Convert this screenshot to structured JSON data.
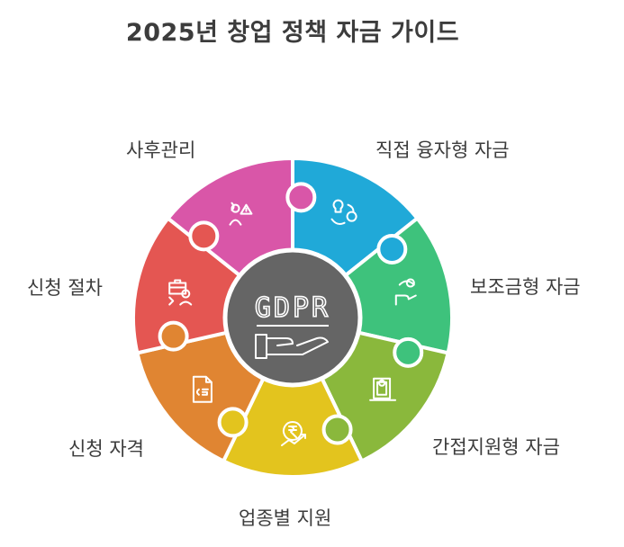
{
  "title": "2025년 창업 정책 자금 가이드",
  "center": {
    "text": "GDPR",
    "icon": "hand-icon"
  },
  "segments": [
    {
      "label": "직접 융자형 자금",
      "color": "#20a9d8",
      "icon": "idea-money-cycle-icon"
    },
    {
      "label": "보조금형 자금",
      "color": "#3ec27c",
      "icon": "hand-support-icon"
    },
    {
      "label": "간접지원형 자금",
      "color": "#8ab83c",
      "icon": "cash-hand-icon"
    },
    {
      "label": "업종별 지원",
      "color": "#e3c41e",
      "icon": "rupee-growth-icon"
    },
    {
      "label": "신청 자격",
      "color": "#e08532",
      "icon": "document-c5-icon"
    },
    {
      "label": "신청 절차",
      "color": "#e45652",
      "icon": "briefcase-person-icon"
    },
    {
      "label": "사후관리",
      "color": "#d956a8",
      "icon": "person-warning-icon"
    }
  ],
  "center_color": "#656565"
}
